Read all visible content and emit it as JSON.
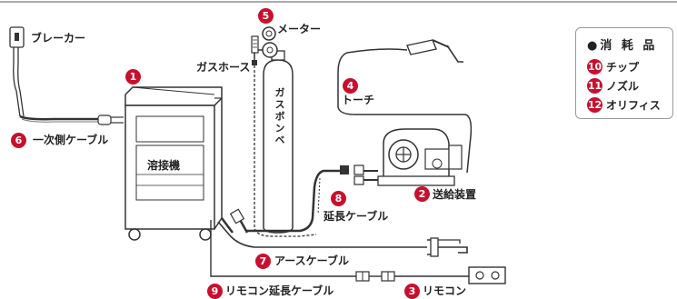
{
  "labels": {
    "breaker": "ブレーカー",
    "gas_hose": "ガスホース",
    "meter": "メーター",
    "gas_cylinder": "ガスボンベ",
    "torch": "トーチ",
    "welder": "溶接機",
    "primary_cable": "一次側ケーブル",
    "feeder": "送給装置",
    "extension_cable": "延長ケーブル",
    "earth_cable": "アースケーブル",
    "remote_ext_cable": "リモコン延長ケーブル",
    "remote": "リモコン"
  },
  "numbers": {
    "n1": "1",
    "n2": "2",
    "n3": "3",
    "n4": "4",
    "n5": "5",
    "n6": "6",
    "n7": "7",
    "n8": "8",
    "n9": "9",
    "n10": "10",
    "n11": "11",
    "n12": "12"
  },
  "legend": {
    "title": "●消 耗 品",
    "items": [
      {
        "num": "10",
        "label": "チップ"
      },
      {
        "num": "11",
        "label": "ノズル"
      },
      {
        "num": "12",
        "label": "オリフィス"
      }
    ]
  },
  "colors": {
    "badge": "#c8102e",
    "line": "#333333"
  }
}
